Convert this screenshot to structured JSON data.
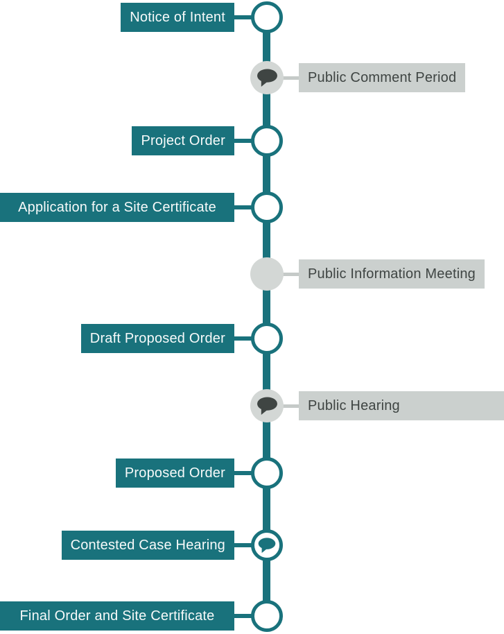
{
  "diagram": {
    "type": "vertical-timeline",
    "colors": {
      "teal": "#19727c",
      "gray_box": "#cbd0ce",
      "gray_node": "#d3d7d5",
      "dark_text": "#3f4543",
      "gray_connector": "#c5cac8",
      "white": "#ffffff"
    },
    "steps": [
      {
        "label": "Notice of Intent",
        "side": "left",
        "node": "ring-outline",
        "icon": null
      },
      {
        "label": "Public Comment Period",
        "side": "right",
        "node": "gray-filled",
        "icon": "speech-bubble-icon"
      },
      {
        "label": "Project Order",
        "side": "left",
        "node": "ring-outline",
        "icon": null
      },
      {
        "label": "Application for a Site Certificate",
        "side": "left",
        "node": "ring-outline",
        "icon": null
      },
      {
        "label": "Public Information Meeting",
        "side": "right",
        "node": "gray-filled",
        "icon": null
      },
      {
        "label": "Draft Proposed Order",
        "side": "left",
        "node": "ring-outline",
        "icon": null
      },
      {
        "label": "Public Hearing",
        "side": "right",
        "node": "gray-filled",
        "icon": "speech-bubble-icon"
      },
      {
        "label": "Proposed Order",
        "side": "left",
        "node": "ring-outline",
        "icon": null
      },
      {
        "label": "Contested Case Hearing",
        "side": "left",
        "node": "ring-outline",
        "icon": "speech-bubble-icon"
      },
      {
        "label": "Final Order and Site Certificate",
        "side": "left",
        "node": "ring-outline",
        "icon": null
      }
    ]
  }
}
